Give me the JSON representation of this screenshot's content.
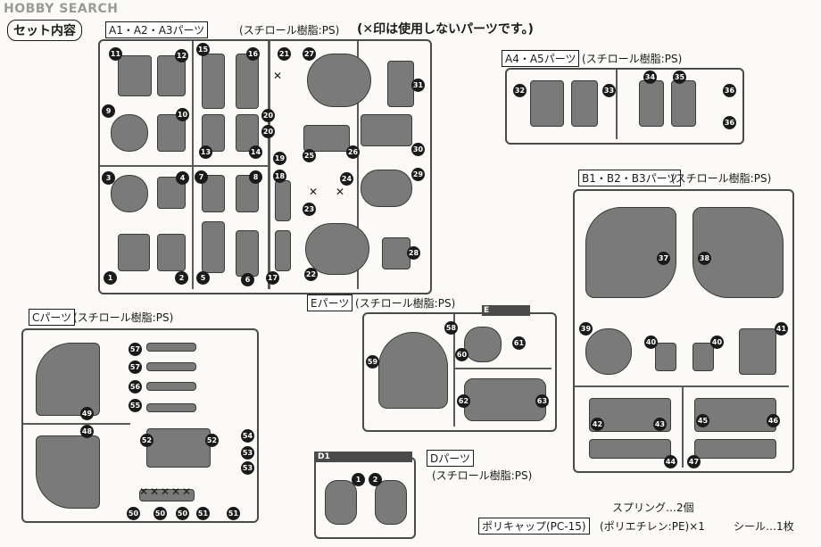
{
  "watermark": "HOBBY SEARCH",
  "title": "セット内容",
  "note": "(✕印は使用しないパーツです。)",
  "sections": {
    "a123": {
      "label": "A1・A2・A3パーツ",
      "material": "(スチロール樹脂:PS)"
    },
    "a45": {
      "label": "A4・A5パーツ",
      "material": "(スチロール樹脂:PS)"
    },
    "b123": {
      "label": "B1・B2・B3パーツ",
      "material": "(スチロール樹脂:PS)"
    },
    "c": {
      "label": "Cパーツ",
      "material": "(スチロール樹脂:PS)"
    },
    "e": {
      "label": "Eパーツ",
      "material": "(スチロール樹脂:PS)"
    },
    "d": {
      "label": "Dパーツ",
      "material": "(スチロール樹脂:PS)"
    }
  },
  "runner_tags": {
    "e": "E",
    "d": "D1"
  },
  "parts": {
    "a": [
      "11",
      "12",
      "9",
      "10",
      "15",
      "16",
      "13",
      "14",
      "3",
      "4",
      "7",
      "8",
      "1",
      "2",
      "5",
      "6",
      "21",
      "27",
      "31",
      "20",
      "20",
      "19",
      "26",
      "30",
      "25",
      "24",
      "29",
      "18",
      "23",
      "17",
      "22",
      "28"
    ],
    "a45": [
      "32",
      "33",
      "34",
      "35",
      "36",
      "36"
    ],
    "b": [
      "37",
      "38",
      "39",
      "40",
      "40",
      "41",
      "42",
      "43",
      "45",
      "46",
      "44",
      "47"
    ],
    "c": [
      "57",
      "57",
      "56",
      "55",
      "49",
      "48",
      "52",
      "52",
      "54",
      "53",
      "53",
      "50",
      "50",
      "50",
      "51",
      "51"
    ],
    "e": [
      "58",
      "60",
      "61",
      "59",
      "62",
      "63"
    ],
    "d": [
      "1",
      "2"
    ]
  },
  "extras": {
    "spring": "スプリング…2個",
    "polycap_label": "ポリキャップ(PC-15)",
    "polycap_material": "(ポリエチレン:PE)×1",
    "seal": "シール…1枚"
  }
}
